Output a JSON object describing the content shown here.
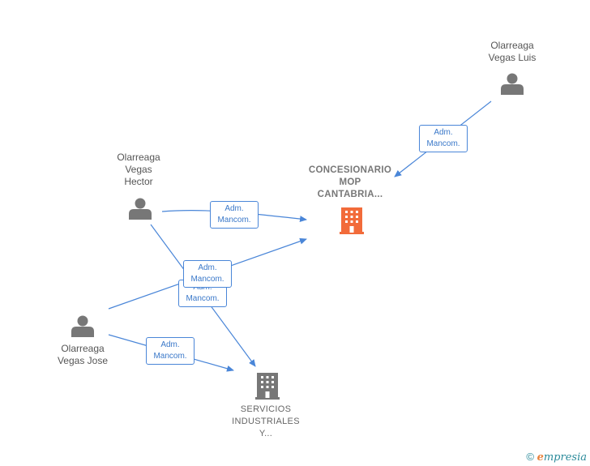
{
  "nodes": {
    "luis": {
      "name_line1": "Olarreaga",
      "name_line2": "Vegas Luis"
    },
    "hector": {
      "name_line1": "Olarreaga",
      "name_line2": "Vegas",
      "name_line3": "Hector"
    },
    "jose": {
      "name_line1": "Olarreaga",
      "name_line2": "Vegas Jose"
    },
    "concesionario": {
      "line1": "CONCESIONARIO",
      "line2": "MOP",
      "line3": "CANTABRIA..."
    },
    "servicios": {
      "line1": "SERVICIOS",
      "line2": "INDUSTRIALES",
      "line3": "Y..."
    }
  },
  "edges": [
    {
      "line1": "Adm.",
      "line2": "Mancom."
    },
    {
      "line1": "Adm.",
      "line2": "Mancom."
    },
    {
      "line1": "Adm.",
      "line2": "Mancom."
    },
    {
      "line1": "Adm.",
      "line2": "Mancom."
    },
    {
      "line1": "Adm.",
      "line2": "Mancom."
    }
  ],
  "footer": {
    "copyright_symbol": "©",
    "brand_initial": "e",
    "brand_rest": "mpresia"
  },
  "colors": {
    "edge": "#4a86d8",
    "person": "#777777",
    "main_company": "#f26b3a",
    "company": "#777777"
  },
  "icons": {
    "person": "person-icon",
    "company": "building-icon"
  }
}
